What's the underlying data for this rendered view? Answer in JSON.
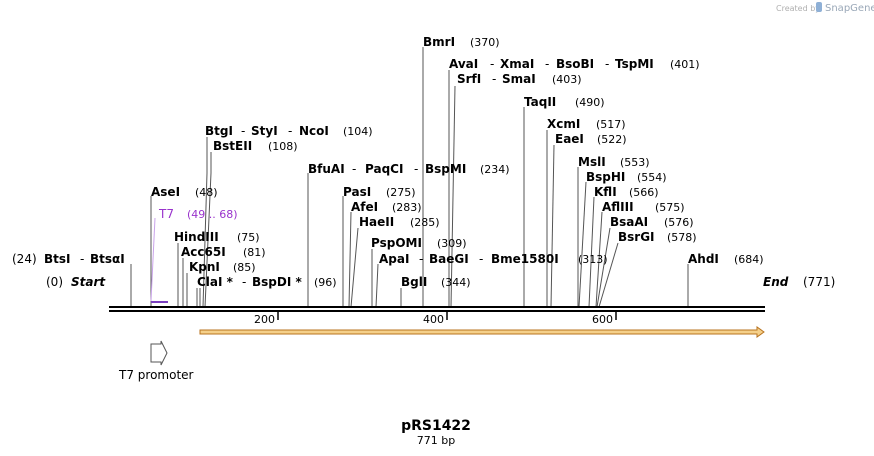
{
  "credit": {
    "prefix": "Created by",
    "brand": "SnapGene"
  },
  "map": {
    "title": "pRS1422",
    "length_text": "771 bp",
    "start_label": "Start",
    "start_pos": "(0)",
    "end_label": "End",
    "end_pos": "(771)"
  },
  "ruler_ticks": [
    "200",
    "400",
    "600"
  ],
  "sites": [
    {
      "name": "BtsI",
      "pos": "(24)"
    },
    {
      "name": "BtsαI"
    },
    {
      "name": "T7",
      "pos": "(49 .. 68)"
    },
    {
      "name": "AseI",
      "pos": "(48)"
    },
    {
      "name": "HindIII",
      "pos": "(75)"
    },
    {
      "name": "Acc65I",
      "pos": "(81)"
    },
    {
      "name": "KpnI",
      "pos": "(85)"
    },
    {
      "name": "ClaI *"
    },
    {
      "name": "BspDI *",
      "pos": "(96)"
    },
    {
      "name": "BtgI"
    },
    {
      "name": "StyI"
    },
    {
      "name": "NcoI",
      "pos": "(104)"
    },
    {
      "name": "BstEII",
      "pos": "(108)"
    },
    {
      "name": "BfuAI"
    },
    {
      "name": "PaqCI"
    },
    {
      "name": "BspMI",
      "pos": "(234)"
    },
    {
      "name": "PasI",
      "pos": "(275)"
    },
    {
      "name": "AfeI",
      "pos": "(283)"
    },
    {
      "name": "HaeII",
      "pos": "(285)"
    },
    {
      "name": "PspOMI",
      "pos": "(309)"
    },
    {
      "name": "ApaI"
    },
    {
      "name": "BaeGI"
    },
    {
      "name": "Bme1580I",
      "pos": "(313)"
    },
    {
      "name": "BglI",
      "pos": "(344)"
    },
    {
      "name": "BmrI",
      "pos": "(370)"
    },
    {
      "name": "AvaI"
    },
    {
      "name": "XmaI"
    },
    {
      "name": "BsoBI"
    },
    {
      "name": "TspMI",
      "pos": "(401)"
    },
    {
      "name": "SrfI"
    },
    {
      "name": "SmaI",
      "pos": "(403)"
    },
    {
      "name": "TaqII",
      "pos": "(490)"
    },
    {
      "name": "XcmI",
      "pos": "(517)"
    },
    {
      "name": "EaeI",
      "pos": "(522)"
    },
    {
      "name": "MslI",
      "pos": "(553)"
    },
    {
      "name": "BspHI",
      "pos": "(554)"
    },
    {
      "name": "KflI",
      "pos": "(566)"
    },
    {
      "name": "AflIII",
      "pos": "(575)"
    },
    {
      "name": "BsaAI",
      "pos": "(576)"
    },
    {
      "name": "BsrGI",
      "pos": "(578)"
    },
    {
      "name": "AhdI",
      "pos": "(684)"
    }
  ],
  "features": {
    "t7_promoter": "T7 promoter"
  },
  "colors": {
    "backbone": "#000000",
    "feature_line": "#7a3fbf",
    "feature_label": "#9933cc",
    "orf_fill": "#f5d08a",
    "orf_stroke": "#b8731f",
    "site_line": "#555555"
  }
}
